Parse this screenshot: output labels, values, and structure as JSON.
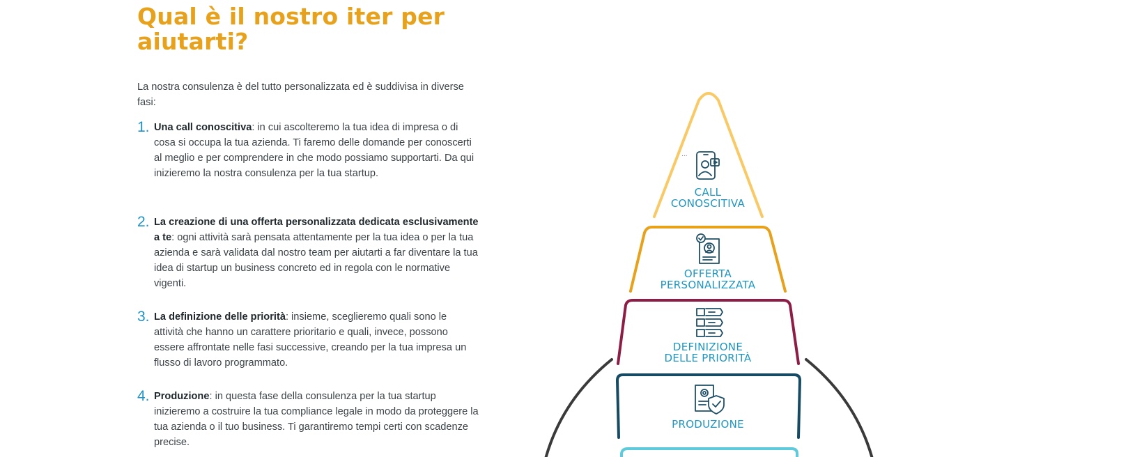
{
  "heading": {
    "line1": "Qual è il nostro iter per",
    "line2": "aiutarti?"
  },
  "intro": "La nostra consulenza è del tutto personalizzata ed è suddivisa in diverse fasi:",
  "steps": [
    {
      "num": "1.",
      "bold": "Una call conoscitiva",
      "text": ": in cui ascolteremo la tua idea di impresa o di cosa si occupa la tua azienda. Ti faremo delle domande per conoscerti al meglio e per comprendere in che modo possiamo supportarti. Da qui inizieremo la nostra consulenza per la tua startup."
    },
    {
      "num": "2.",
      "bold": "La creazione di una offerta personalizzata dedicata esclusivamente a te",
      "text": ": ogni attività sarà pensata attentamente per la tua idea o per la tua azienda e sarà validata dal nostro team per aiutarti a far diventare la tua idea di startup un business concreto ed in regola con le normative vigenti."
    },
    {
      "num": "3.",
      "bold": "La definizione delle priorità",
      "text": ": insieme, sceglieremo quali sono le attività che hanno un carattere prioritario e quali, invece, possono essere affrontate nelle fasi successive, creando per la tua impresa un flusso di lavoro programmato."
    },
    {
      "num": "4.",
      "bold": "Produzione",
      "text": ": in questa fase della consulenza per la tua startup inizieremo a costruire la tua compliance legale in modo da proteggere la tua azienda o il tuo business. Ti garantiremo tempi certi con scadenze precise."
    }
  ],
  "pyramid": {
    "tier1": {
      "line1": "CALL",
      "line2": "CONOSCITIVA",
      "icon": "video-call-icon",
      "color": "#f9c965"
    },
    "tier2": {
      "line1": "OFFERTA",
      "line2": "PERSONALIZZATA",
      "icon": "document-profile-icon",
      "color": "#e8a11a"
    },
    "tier3": {
      "line1": "DEFINIZIONE",
      "line2": "DELLE PRIORITÀ",
      "icon": "numbered-list-icon",
      "color": "#8e1d45"
    },
    "tier4": {
      "line1": "PRODUZIONE",
      "icon": "document-shield-icon",
      "color": "#174a63"
    },
    "tier5": {
      "color": "#5fcadb"
    },
    "outer_arc_color": "#3a3a3a",
    "label_color": "#1f96c0",
    "ellipsis": "..."
  }
}
